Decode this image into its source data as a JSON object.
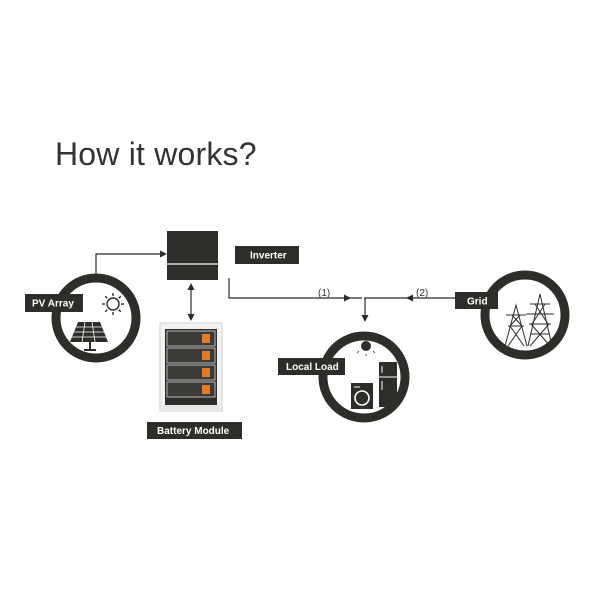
{
  "title": "How it works?",
  "nodes": {
    "pv_array": "PV Array",
    "inverter": "Inverter",
    "battery_module": "Battery Module",
    "local_load": "Local Load",
    "grid": "Grid"
  },
  "flows": {
    "flow_1": "(1)",
    "flow_2": "(2)"
  },
  "colors": {
    "dark": "#2f2d2a",
    "line": "#2b2b2b",
    "accent_orange": "#e07b2a"
  }
}
